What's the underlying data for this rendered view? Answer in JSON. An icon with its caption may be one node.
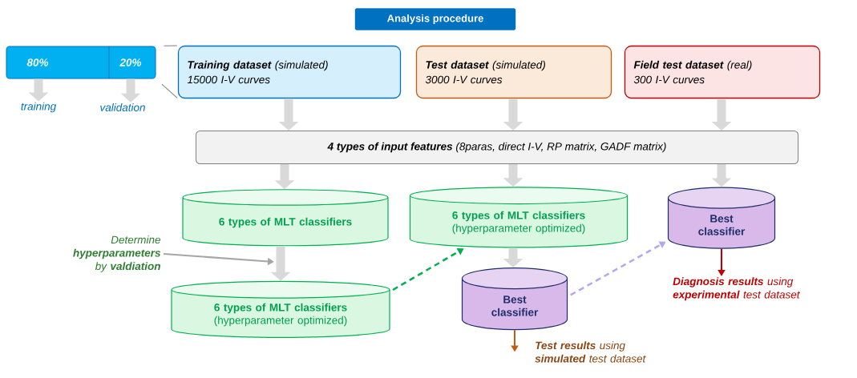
{
  "diagram": {
    "nodes": [
      {
        "text": [
          "Analysis procedure"
        ]
      },
      {
        "text": [
          "80%",
          "20%"
        ]
      },
      {
        "text": [
          "training"
        ]
      },
      {
        "text": [
          "validation"
        ]
      },
      {
        "text": [
          "**Training dataset** (simulated)",
          "15000 I-V curves"
        ]
      },
      {
        "text": [
          "**Test dataset** (simulated)",
          "3000 I-V curves"
        ]
      },
      {
        "text": [
          "**Field test dataset** (real)",
          "300 I-V curves"
        ]
      },
      {
        "text": [
          "**4 types of input features** (8paras, direct I-V, RP matrix, GADF matrix)"
        ]
      },
      {
        "text": [
          "6 types of MLT classifiers"
        ]
      },
      {
        "text": [
          "6 types of MLT classifiers",
          "(hyperparameter optimized)"
        ]
      },
      {
        "text": [
          "Best classifier"
        ]
      },
      {
        "text": [
          "Determine **hyperparameters** by **valdiation**"
        ]
      },
      {
        "text": [
          "6 types of MLT classifiers",
          "(hyperparameter optimized)"
        ]
      },
      {
        "text": [
          "Best classifier"
        ]
      },
      {
        "text": [
          "**Test results** using **simulated** test dataset"
        ]
      },
      {
        "text": [
          "**Diagnosis results** using **experimental** test dataset"
        ]
      }
    ],
    "edges": [
      {
        "from": 1,
        "to": 2,
        "arrow": "to"
      },
      {
        "from": 1,
        "to": 3,
        "arrow": "to"
      },
      {
        "from": 1,
        "to": 4,
        "arrow": "none",
        "color": "#7f7f7f"
      },
      {
        "from": 1,
        "to": 4,
        "arrow": "none",
        "color": "#7f7f7f"
      },
      {
        "from": 4,
        "to": 7,
        "arrow": "to"
      },
      {
        "from": 5,
        "to": 7,
        "arrow": "to"
      },
      {
        "from": 6,
        "to": 7,
        "arrow": "to"
      },
      {
        "from": 7,
        "to": 8,
        "arrow": "to"
      },
      {
        "from": 7,
        "to": 9,
        "arrow": "to"
      },
      {
        "from": 7,
        "to": 10,
        "arrow": "to"
      },
      {
        "from": 8,
        "to": 12,
        "arrow": "to"
      },
      {
        "from": 11,
        "to": null,
        "arrow": "to",
        "color": "#a6a6a6"
      },
      {
        "from": 12,
        "to": 9,
        "arrow": "to",
        "style": "dashed",
        "color": "#00b050"
      },
      {
        "from": 9,
        "to": 13,
        "arrow": "to"
      },
      {
        "from": 13,
        "to": 10,
        "arrow": "to",
        "style": "dashed",
        "color": "#b4a7f0"
      },
      {
        "from": 13,
        "to": 14,
        "arrow": "to",
        "color": "#c55a11"
      },
      {
        "from": 10,
        "to": 15,
        "arrow": "to",
        "color": "#c00000"
      }
    ]
  }
}
